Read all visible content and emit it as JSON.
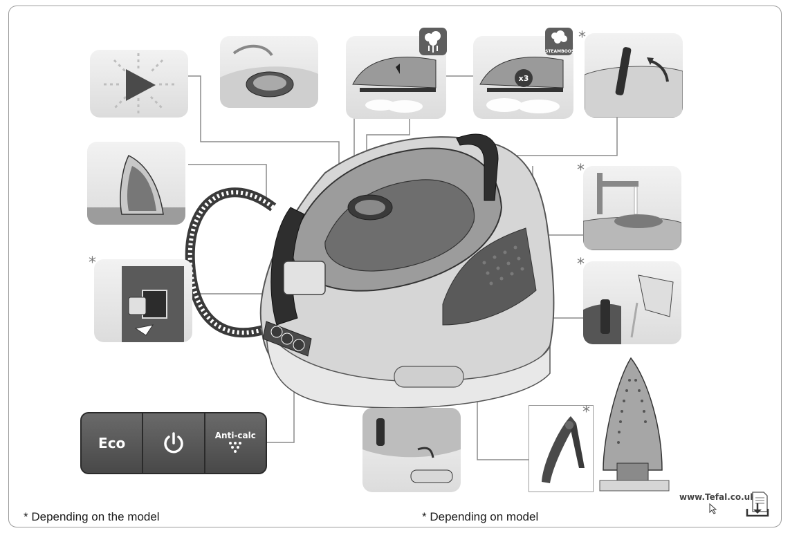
{
  "footnotes": {
    "left": "* Depending on the model",
    "right": "* Depending on model"
  },
  "website": "www.Tefal.co.uk",
  "control_panel": {
    "eco_label": "Eco",
    "anticalc_label": "Anti-calc"
  },
  "steam_badges": {
    "steamboost_label": "STEAMBOOST"
  },
  "multiplier_label": "x3",
  "asterisk": "*",
  "icons": [
    "play-triangle-icon",
    "steam-icon",
    "steamboost-icon",
    "power-icon",
    "anticalc-icon",
    "download-document-icon",
    "cursor-icon"
  ]
}
